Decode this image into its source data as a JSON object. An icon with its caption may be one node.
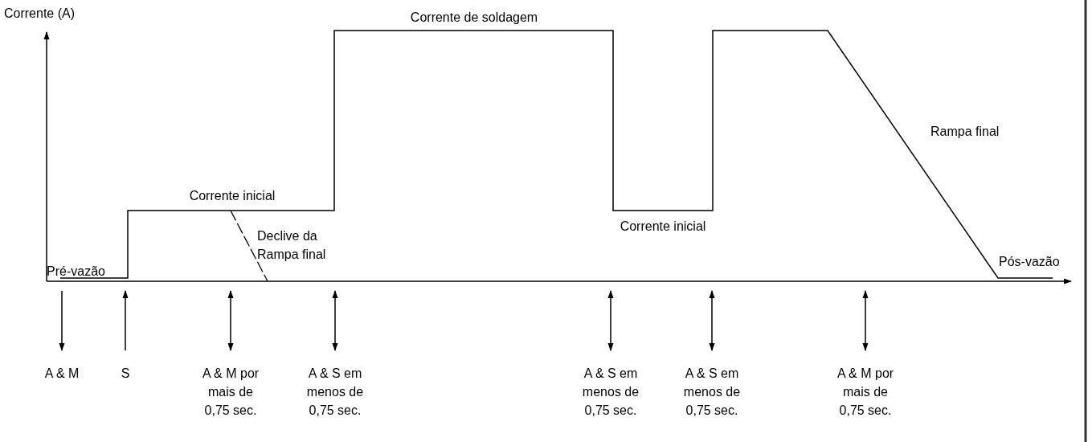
{
  "diagram": {
    "labels": [
      "Corrente (A)",
      "Corrente de soldagem",
      "Rampa final",
      "Corrente inicial",
      "Declive da Rampa final",
      "Corrente inicial",
      "Pré-vazão",
      "Pós-vazão",
      "A & M",
      "S",
      "A & M por mais de 0,75 sec.",
      "A & S em menos de 0,75 sec.",
      "A & S em menos de 0,75 sec.",
      "A & S em menos de 0,75 sec.",
      "A & M por mais de 0,75 sec."
    ]
  }
}
